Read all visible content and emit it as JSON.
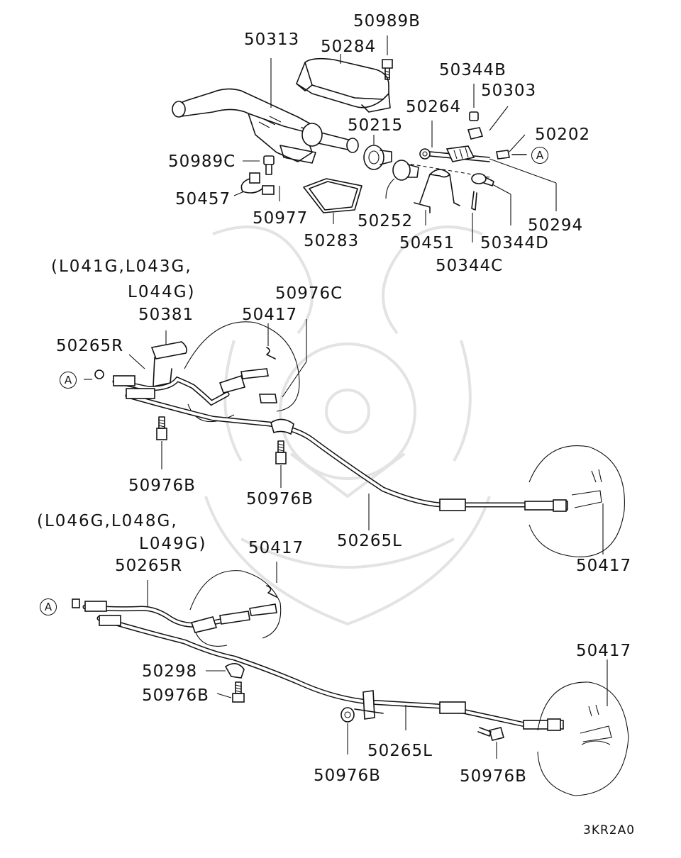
{
  "diagram_code": "3KR2A0",
  "reference_mark": "A",
  "groups": [
    {
      "label_line1": "(L041G,L043G,",
      "label_line2": "L044G)"
    },
    {
      "label_line1": "(L046G,L048G,",
      "label_line2": "L049G)"
    }
  ],
  "parts_top": [
    "50313",
    "50284",
    "50989B",
    "50344B",
    "50303",
    "50264",
    "50215",
    "50202",
    "50989C",
    "50457",
    "50977",
    "50283",
    "50252",
    "50451",
    "50344D",
    "50294",
    "50344C"
  ],
  "parts_middle": [
    "50381",
    "50976C",
    "50417",
    "50265R",
    "50976B",
    "50976B",
    "50265L",
    "50417"
  ],
  "parts_bottom": [
    "50417",
    "50265R",
    "50298",
    "50976B",
    "50417",
    "50976B",
    "50265L",
    "50976B"
  ]
}
